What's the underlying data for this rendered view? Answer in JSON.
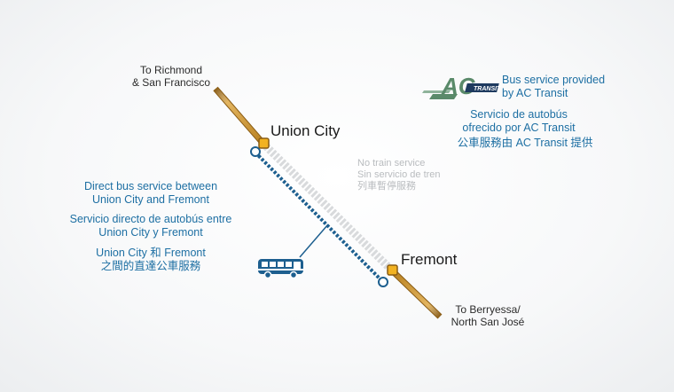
{
  "map": {
    "north_destination": [
      "To Richmond",
      "& San Francisco"
    ],
    "south_destination": [
      "To Berryessa/",
      "North San José"
    ],
    "stations": {
      "north": "Union City",
      "south": "Fremont"
    },
    "no_service_note": [
      "No train service",
      "Sin servicio de tren",
      "列車暫停服務"
    ],
    "bus_service_en": [
      "Direct bus service between",
      "Union City and Fremont"
    ],
    "bus_service_es": [
      "Servicio directo de autobús entre",
      "Union City y Fremont"
    ],
    "bus_service_zh": [
      "Union City 和 Fremont",
      "之間的直達公車服務"
    ],
    "provider_en": [
      "Bus service provided",
      "by AC Transit"
    ],
    "provider_es": [
      "Servicio de autobús",
      "ofrecido por AC Transit"
    ],
    "provider_zh": "公車服務由 AC Transit 提供",
    "logo_text": {
      "main": "AC",
      "sub": "TRANSIT"
    },
    "icons": {
      "bus": "bus-icon",
      "logo": "ac-transit-logo"
    },
    "colors": {
      "rail": "#c8902a",
      "rail_light": "#e8c27a",
      "bus_route": "#1d5f8f",
      "suspended": "#d4d6d8",
      "text_blue": "#1d6fa3",
      "logo_green": "#5a8a6a",
      "logo_navy": "#1e3a5f"
    }
  }
}
